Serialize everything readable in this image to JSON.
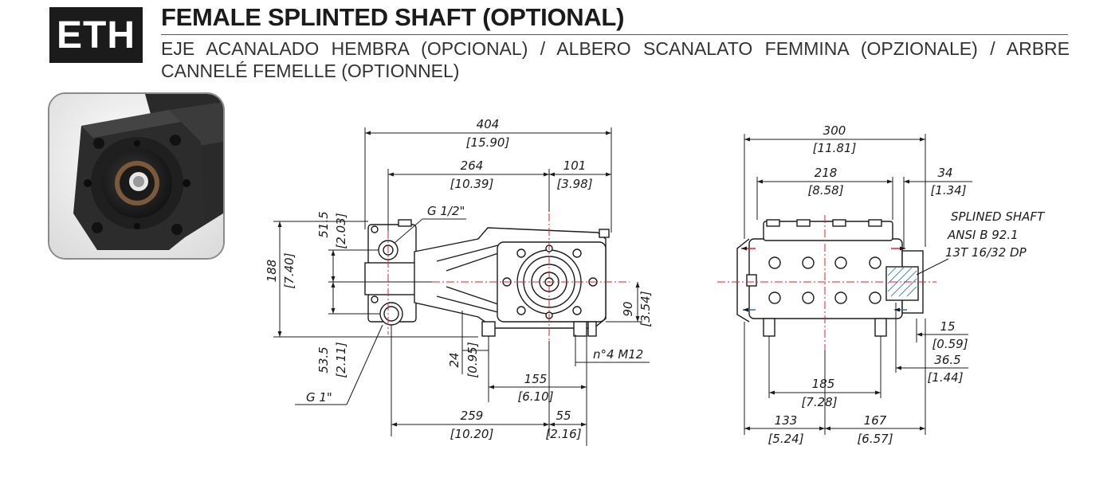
{
  "header": {
    "badge": "ETH",
    "title": "FEMALE SPLINTED SHAFT (OPTIONAL)",
    "subtitle": "EJE ACANALADO HEMBRA (OPCIONAL) / ALBERO SCANALATO FEMMINA (OPZIONALE) / ARBRE CANNELÉ FEMELLE (OPTIONNEL)"
  },
  "front_view": {
    "overall_width": {
      "mm": "404",
      "in": "[15.90]"
    },
    "width_264": {
      "mm": "264",
      "in": "[10.39]"
    },
    "width_101": {
      "mm": "101",
      "in": "[3.98]"
    },
    "height_188": {
      "mm": "188",
      "in": "[7.40]"
    },
    "height_51_5": {
      "mm": "51.5",
      "in": "[2.03]"
    },
    "height_53_5": {
      "mm": "53.5",
      "in": "[2.11]"
    },
    "height_90": {
      "mm": "90",
      "in": "[3.54]"
    },
    "height_24": {
      "mm": "24",
      "in": "[0.95]"
    },
    "width_155": {
      "mm": "155",
      "in": "[6.10]"
    },
    "width_259": {
      "mm": "259",
      "in": "[10.20]"
    },
    "width_55": {
      "mm": "55",
      "in": "[2.16]"
    },
    "inlet_port": "G 1/2\"",
    "outlet_port": "G 1\"",
    "mounting_holes": "n°4 M12"
  },
  "side_view": {
    "overall_width": {
      "mm": "300",
      "in": "[11.81]"
    },
    "width_218": {
      "mm": "218",
      "in": "[8.58]"
    },
    "width_34": {
      "mm": "34",
      "in": "[1.34]"
    },
    "width_15": {
      "mm": "15",
      "in": "[0.59]"
    },
    "width_36_5": {
      "mm": "36.5",
      "in": "[1.44]"
    },
    "width_185": {
      "mm": "185",
      "in": "[7.28]"
    },
    "width_133": {
      "mm": "133",
      "in": "[5.24]"
    },
    "width_167": {
      "mm": "167",
      "in": "[6.57]"
    },
    "shaft_note": [
      "SPLINED SHAFT",
      "ANSI B 92.1",
      "13T 16/32 DP"
    ]
  },
  "colors": {
    "badge_bg": "#1b1b1b",
    "centerline": "#e0202a",
    "arrow_blue": "#2a6fb5",
    "drawing": "#1b1b1b"
  }
}
